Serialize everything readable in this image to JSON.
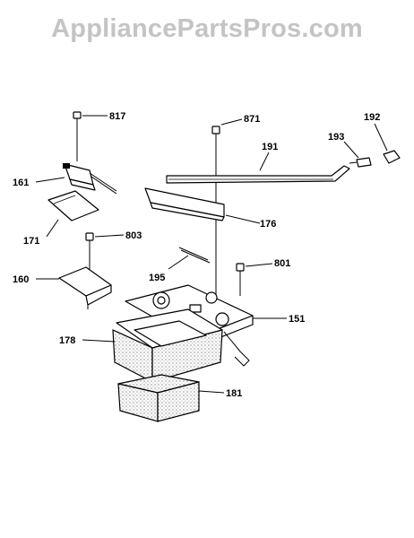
{
  "watermark": "AppliancePartsPros.com",
  "labels": {
    "p817": "817",
    "p871": "871",
    "p192": "192",
    "p193": "193",
    "p191": "191",
    "p161": "161",
    "p176": "176",
    "p171": "171",
    "p803": "803",
    "p801": "801",
    "p195": "195",
    "p160": "160",
    "p151": "151",
    "p178": "178",
    "p181": "181"
  }
}
